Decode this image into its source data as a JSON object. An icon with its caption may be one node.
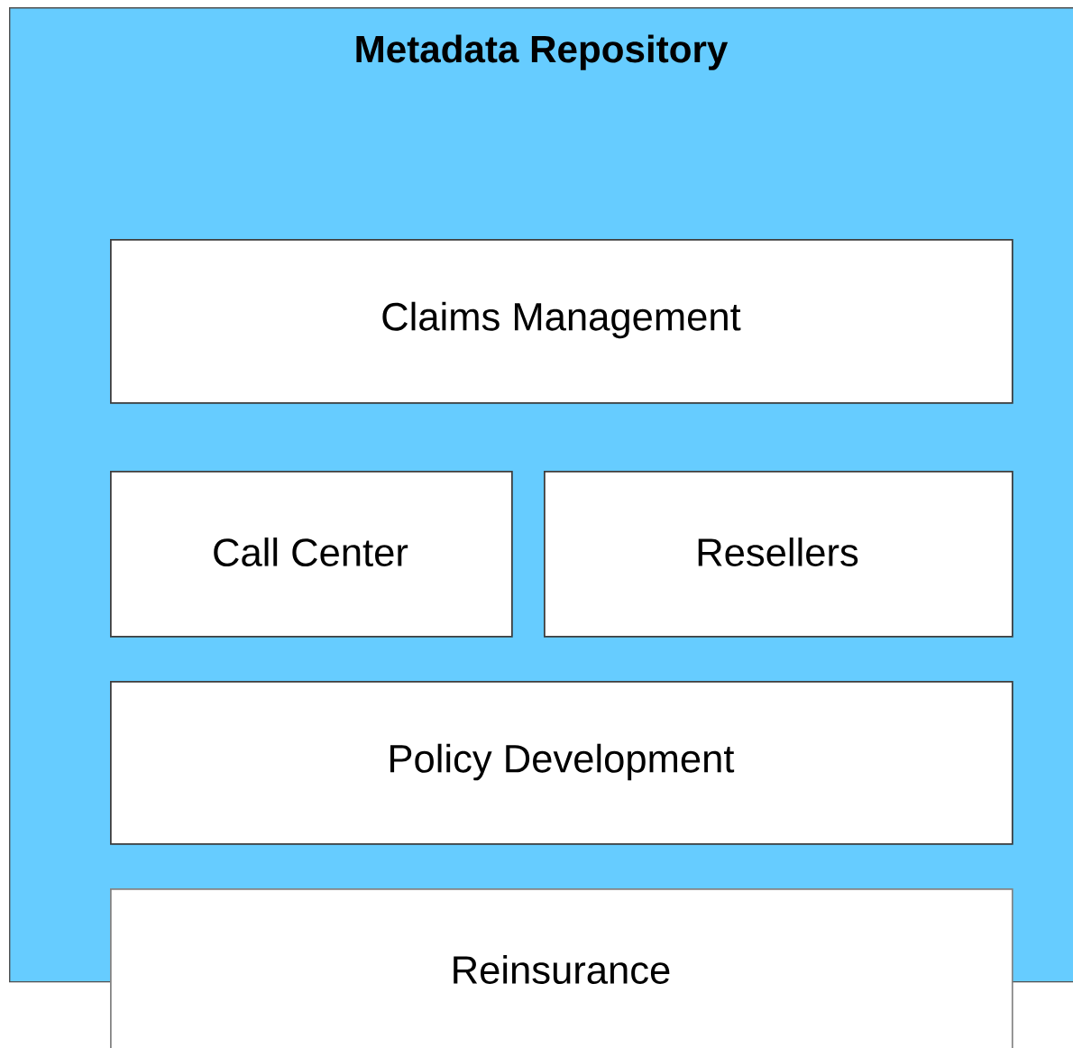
{
  "diagram": {
    "nodes": [
      {
        "text": [
          "Metadata Repository"
        ]
      },
      {
        "text": [
          "Claims Management"
        ],
        "in": 0
      },
      {
        "text": [
          "Call Center"
        ],
        "in": 0
      },
      {
        "text": [
          "Resellers"
        ],
        "in": 0
      },
      {
        "text": [
          "Policy Development"
        ],
        "in": 0
      },
      {
        "text": [
          "Reinsurance"
        ]
      }
    ]
  }
}
